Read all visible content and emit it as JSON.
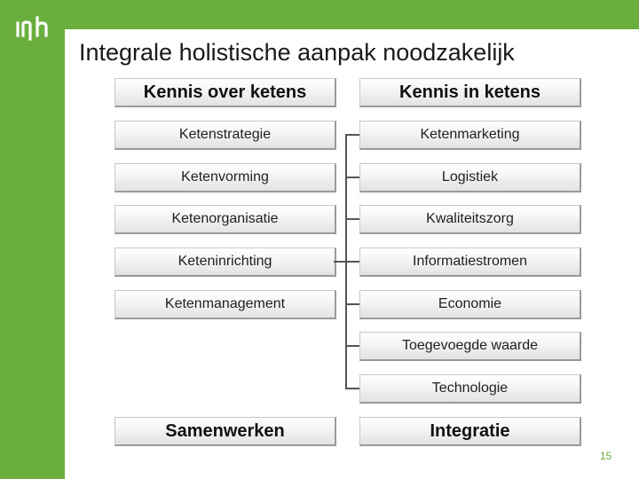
{
  "slide": {
    "title": "Integrale holistische aanpak noodzakelijk",
    "page_number": "15",
    "logo": "inh-logo",
    "accent_color": "#6aaf3d"
  },
  "left_column": {
    "header": "Kennis over ketens",
    "items": [
      "Ketenstrategie",
      "Ketenvorming",
      "Ketenorganisatie",
      "Keteninrichting",
      "Ketenmanagement"
    ],
    "footer": "Samenwerken"
  },
  "right_column": {
    "header": "Kennis in ketens",
    "items": [
      "Ketenmarketing",
      "Logistiek",
      "Kwaliteitszorg",
      "Informatiestromen",
      "Economie",
      "Toegevoegde waarde",
      "Technologie"
    ],
    "footer": "Integratie"
  }
}
